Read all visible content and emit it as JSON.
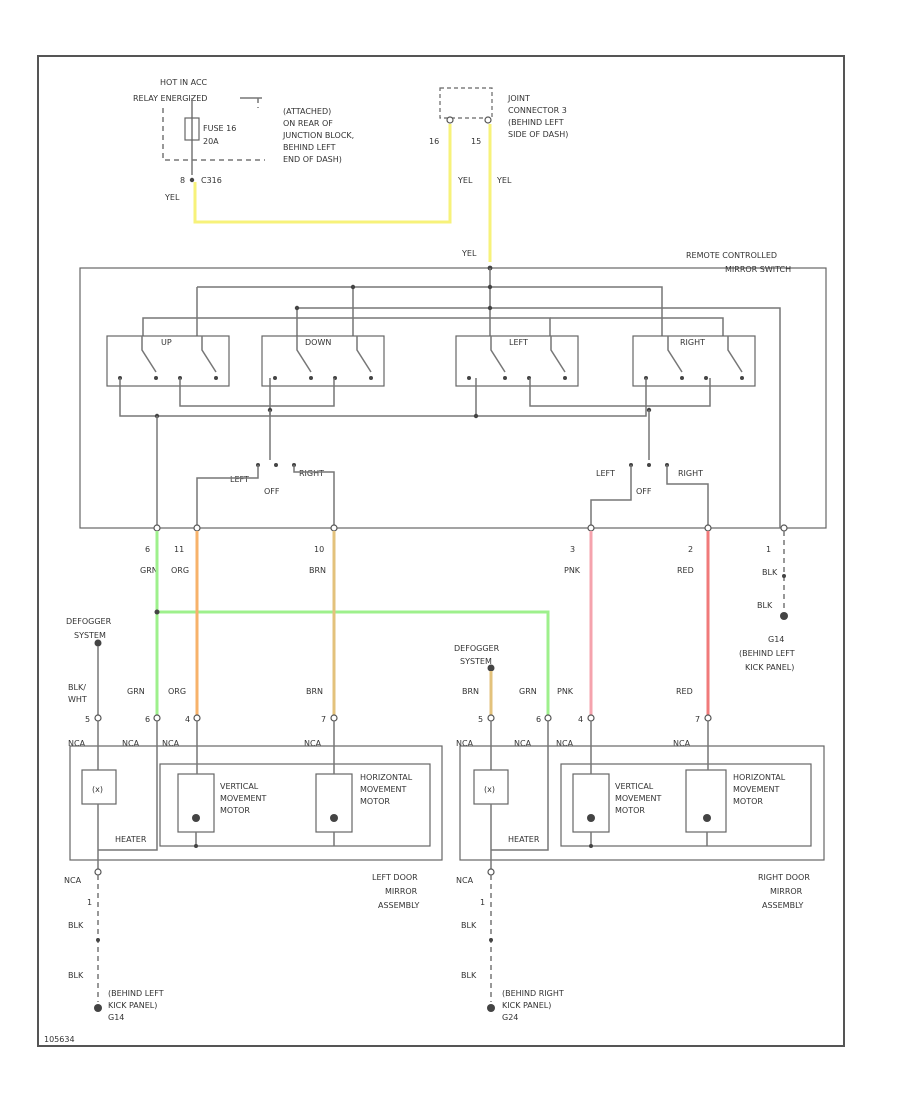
{
  "colors": {
    "yel": "#f7f27a",
    "grn": "#9ef08c",
    "org": "#f7b26a",
    "brn": "#e3c27c",
    "pnk": "#f5a3ad",
    "red": "#f07a7a",
    "blk": "#555555"
  },
  "top": {
    "hot_label_1": "HOT IN ACC",
    "hot_label_2": "RELAY ENERGIZED",
    "fuse_label_1": "FUSE 16",
    "fuse_label_2": "20A",
    "fuse_block_note": [
      "(ATTACHED)",
      "ON REAR OF",
      "JUNCTION BLOCK,",
      "BEHIND LEFT",
      "END OF DASH)"
    ],
    "fuse_pin": "8",
    "fuse_conn": "C316",
    "fuse_wire": "YEL",
    "joint_label": [
      "JOINT",
      "CONNECTOR 3",
      "(BEHIND LEFT",
      "SIDE OF DASH)"
    ],
    "joint_pin_a": "16",
    "joint_pin_b": "15",
    "joint_wire_a": "YEL",
    "joint_wire_b": "YEL",
    "switch_in_wire": "YEL"
  },
  "switch": {
    "title_1": "REMOTE CONTROLLED",
    "title_2": "MIRROR SWITCH",
    "sw_up": "UP",
    "sw_down": "DOWN",
    "sw_left": "LEFT",
    "sw_right": "RIGHT",
    "sel1_left": "LEFT",
    "sel1_off": "OFF",
    "sel1_right": "RIGHT",
    "sel2_left": "LEFT",
    "sel2_off": "OFF",
    "sel2_right": "RIGHT"
  },
  "out_pins": [
    {
      "pin": "6",
      "wire": "GRN"
    },
    {
      "pin": "11",
      "wire": "ORG"
    },
    {
      "pin": "10",
      "wire": "BRN"
    },
    {
      "pin": "3",
      "wire": "PNK"
    },
    {
      "pin": "2",
      "wire": "RED"
    },
    {
      "pin": "1",
      "wire": "BLK"
    }
  ],
  "ground_sw": {
    "wire": "BLK",
    "name": "G14",
    "location": [
      "(BEHIND LEFT",
      "KICK PANEL)"
    ]
  },
  "left_mirror": {
    "defogger_1": "DEFOGGER",
    "defogger_2": "SYSTEM",
    "wires": [
      "BLK/WHT",
      "GRN",
      "ORG",
      "BRN"
    ],
    "pins": [
      "5",
      "6",
      "4",
      "7"
    ],
    "conn": [
      "NCA",
      "NCA",
      "NCA",
      "NCA"
    ],
    "heater": "HEATER",
    "vmotor": [
      "VERTICAL",
      "MOVEMENT",
      "MOTOR"
    ],
    "hmotor": [
      "HORIZONTAL",
      "MOVEMENT",
      "MOTOR"
    ],
    "assembly": [
      "LEFT DOOR",
      "MIRROR",
      "ASSEMBLY"
    ],
    "gnd_conn": "NCA",
    "gnd_pin": "1",
    "gnd_wire_1": "BLK",
    "gnd_wire_2": "BLK",
    "gnd_loc": [
      "(BEHIND LEFT",
      "KICK PANEL)",
      "G14"
    ]
  },
  "right_mirror": {
    "defogger_1": "DEFOGGER",
    "defogger_2": "SYSTEM",
    "wires": [
      "BRN",
      "GRN",
      "PNK",
      "RED"
    ],
    "pins": [
      "5",
      "6",
      "4",
      "7"
    ],
    "conn": [
      "NCA",
      "NCA",
      "NCA",
      "NCA"
    ],
    "heater": "HEATER",
    "vmotor": [
      "VERTICAL",
      "MOVEMENT",
      "MOTOR"
    ],
    "hmotor": [
      "HORIZONTAL",
      "MOVEMENT",
      "MOTOR"
    ],
    "assembly": [
      "RIGHT DOOR",
      "MIRROR",
      "ASSEMBLY"
    ],
    "gnd_conn": "NCA",
    "gnd_pin": "1",
    "gnd_wire_1": "BLK",
    "gnd_wire_2": "BLK",
    "gnd_loc": [
      "(BEHIND RIGHT",
      "KICK PANEL)",
      "G24"
    ]
  },
  "footer_code": "105634"
}
